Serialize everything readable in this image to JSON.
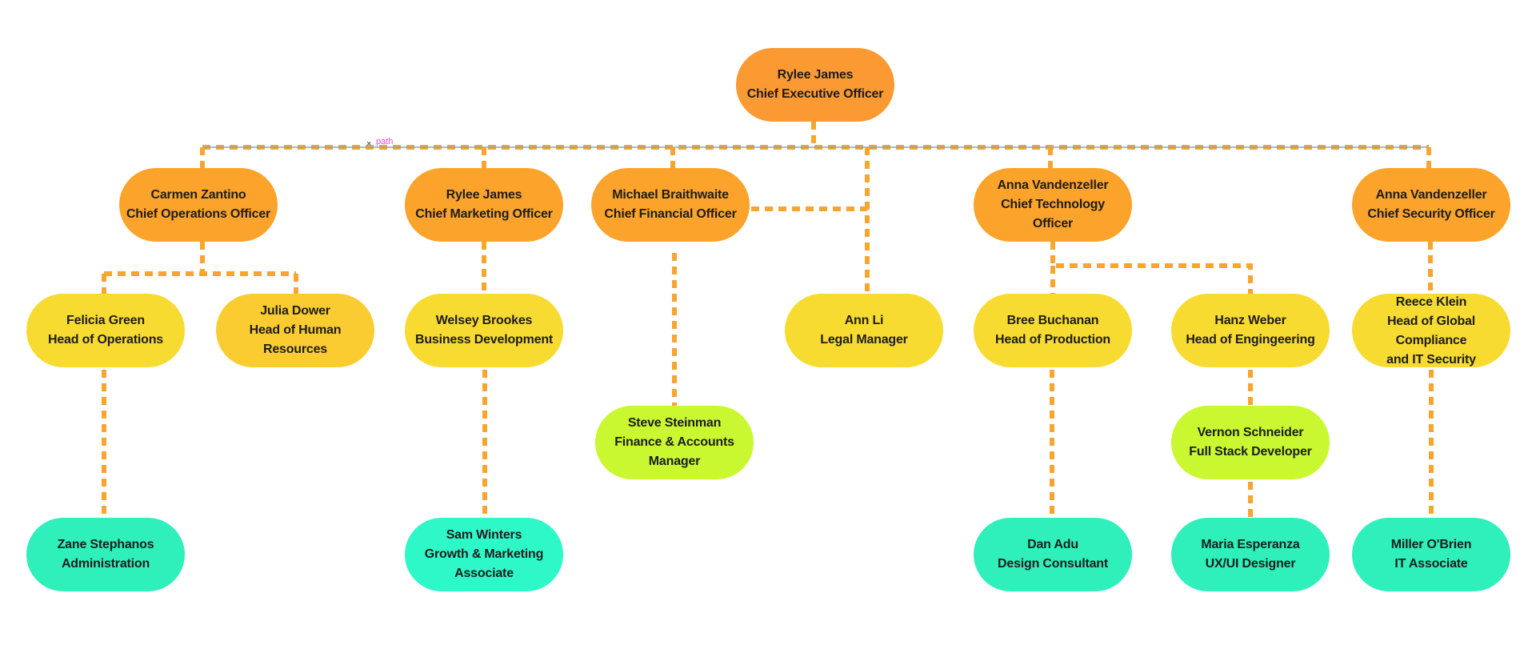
{
  "nodes": [
    {
      "id": "ceo",
      "name": "Rylee James",
      "title": "Chief Executive Officer"
    },
    {
      "id": "coo",
      "name": "Carmen Zantino",
      "title": "Chief Operations Officer"
    },
    {
      "id": "cmo",
      "name": "Rylee James",
      "title": "Chief Marketing Officer"
    },
    {
      "id": "cfo",
      "name": "Michael Braithwaite",
      "title": "Chief Financial Officer"
    },
    {
      "id": "cto",
      "name": "Anna Vandenzeller",
      "title": "Chief Technology Officer"
    },
    {
      "id": "cso",
      "name": "Anna Vandenzeller",
      "title": "Chief Security Officer"
    },
    {
      "id": "ops",
      "name": "Felicia Green",
      "title": "Head of Operations"
    },
    {
      "id": "hr",
      "name": "Julia Dower",
      "title": "Head of Human Resources"
    },
    {
      "id": "bd",
      "name": "Welsey Brookes",
      "title": "Business Development"
    },
    {
      "id": "legal",
      "name": "Ann Li",
      "title": "Legal Manager"
    },
    {
      "id": "prod",
      "name": "Bree Buchanan",
      "title": "Head of Production"
    },
    {
      "id": "eng",
      "name": "Hanz Weber",
      "title": "Head of Engingeering"
    },
    {
      "id": "gc",
      "name": "Reece Klein",
      "title": "Head of Global Compliance",
      "title2": "and IT Security"
    },
    {
      "id": "fin",
      "name": "Steve Steinman",
      "title": "Finance & Accounts Manager"
    },
    {
      "id": "fsd",
      "name": "Vernon Schneider",
      "title": "Full Stack Developer"
    },
    {
      "id": "admin",
      "name": "Zane Stephanos",
      "title": "Administration"
    },
    {
      "id": "growth",
      "name": "Sam Winters",
      "title": "Growth & Marketing Associate"
    },
    {
      "id": "design",
      "name": "Dan Adu",
      "title": "Design Consultant"
    },
    {
      "id": "ux",
      "name": "Maria Esperanza",
      "title": "UX/UI Designer"
    },
    {
      "id": "itassoc",
      "name": "Miller O'Brien",
      "title": "IT Associate"
    }
  ],
  "edges": [
    [
      "ceo",
      "coo"
    ],
    [
      "ceo",
      "cmo"
    ],
    [
      "ceo",
      "cfo"
    ],
    [
      "ceo",
      "cto"
    ],
    [
      "ceo",
      "cso"
    ],
    [
      "ceo",
      "legal"
    ],
    [
      "coo",
      "ops"
    ],
    [
      "coo",
      "hr"
    ],
    [
      "cmo",
      "bd"
    ],
    [
      "cfo",
      "legal"
    ],
    [
      "cfo",
      "fin"
    ],
    [
      "cto",
      "prod"
    ],
    [
      "cto",
      "eng"
    ],
    [
      "cso",
      "gc"
    ],
    [
      "ops",
      "admin"
    ],
    [
      "bd",
      "growth"
    ],
    [
      "prod",
      "design"
    ],
    [
      "eng",
      "fsd"
    ],
    [
      "fsd",
      "ux"
    ],
    [
      "gc",
      "itassoc"
    ]
  ],
  "editor_overlay": {
    "label": "path",
    "marker": "×"
  },
  "colors": {
    "level0": "#fb9933",
    "level1": "#fba32a",
    "level2": "#f8db31",
    "level3": "#c9f830",
    "level4": "#2ff0ba",
    "connector": "#f7a52f"
  }
}
